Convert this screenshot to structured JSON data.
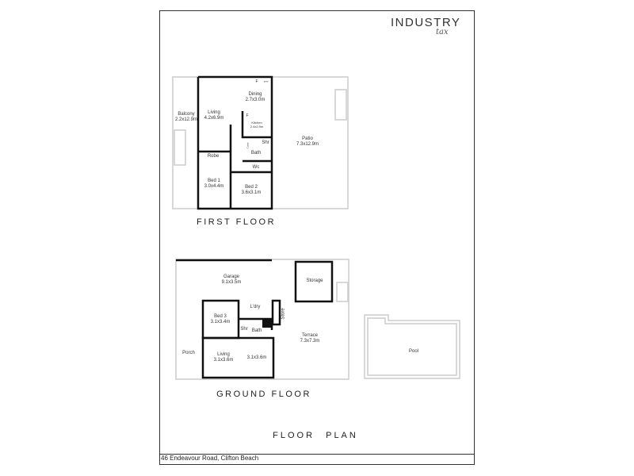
{
  "logo": {
    "name": "INDUSTRY",
    "sub": "tax"
  },
  "first_floor": {
    "title": "FIRST FLOOR",
    "rooms": [
      {
        "name": "Balcony",
        "size": "2.2x12.9m"
      },
      {
        "name": "Living",
        "size": "4.2x6.9m"
      },
      {
        "name": "Dining",
        "size": "2.7x3.0m"
      },
      {
        "name": "Kitchen",
        "size": "2.4x2.9m"
      },
      {
        "name": "Patio",
        "size": "7.3x12.9m"
      },
      {
        "name": "Robe",
        "size": ""
      },
      {
        "name": "Bath",
        "size": ""
      },
      {
        "name": "Shr",
        "size": ""
      },
      {
        "name": "Wc",
        "size": ""
      },
      {
        "name": "Bed 1",
        "size": "3.0x4.4m"
      },
      {
        "name": "Bed 2",
        "size": "3.6x3.1m"
      }
    ],
    "fixtures": {
      "f1": "F",
      "f2": "F",
      "pty": "PTY",
      "coats": "Coats"
    }
  },
  "ground_floor": {
    "title": "GROUND FLOOR",
    "rooms": [
      {
        "name": "Garage",
        "size": "9.1x3.5m"
      },
      {
        "name": "Storage",
        "size": ""
      },
      {
        "name": "L'dry",
        "size": ""
      },
      {
        "name": "Bed 3",
        "size": "3.1x3.4m"
      },
      {
        "name": "Store",
        "size": ""
      },
      {
        "name": "Shr",
        "size": ""
      },
      {
        "name": "Bath",
        "size": ""
      },
      {
        "name": "Terrace",
        "size": "7.3x7.3m"
      },
      {
        "name": "Porch",
        "size": ""
      },
      {
        "name": "Living",
        "size": "3.1x3.6m"
      },
      {
        "name": "",
        "size": "3.1x3.6m"
      },
      {
        "name": "Pool",
        "size": ""
      }
    ]
  },
  "page_title": "FLOOR PLAN",
  "address": "46 Endeavour Road, Clifton Beach"
}
